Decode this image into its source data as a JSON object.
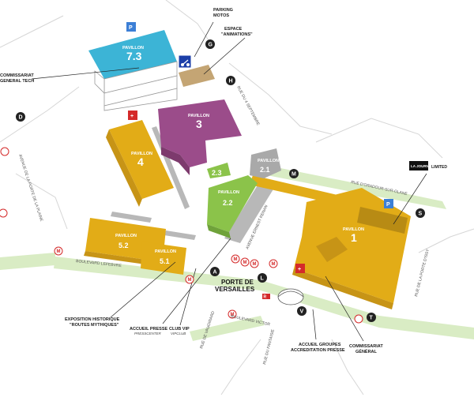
{
  "pavilions": {
    "p7": {
      "title": "PAVILLON",
      "number": "7.3"
    },
    "p3": {
      "title": "PAVILLON",
      "number": "3"
    },
    "p4": {
      "title": "PAVILLON",
      "number": "4"
    },
    "p2_1": {
      "title": "PAVILLON",
      "number": "2.1"
    },
    "p2_2": {
      "title": "PAVILLON",
      "number": "2.2"
    },
    "p2_3": {
      "number": "2.3"
    },
    "p1": {
      "title": "PAVILLON",
      "number": "1"
    },
    "p5_2": {
      "title": "PAVILLON",
      "number": "5.2"
    },
    "p5_1": {
      "title": "PAVILLON",
      "number": "5.1"
    }
  },
  "labels": {
    "parking_motos": [
      "PARKING",
      "MOTOS"
    ],
    "espace_animations": [
      "ESPACE",
      "\"ANIMATIONS\""
    ],
    "commissariat_tech": [
      "COMMISSARIAT",
      "GENERAL TECH"
    ],
    "porte_de_versailles": [
      "PORTE DE",
      "VERSAILLES"
    ],
    "exposition": [
      "EXPOSITION HISTORIQUE",
      "\"ROUTES MYTHIQUES\""
    ],
    "accueil_presse": [
      "ACCUEIL PRESSE",
      "PRESSCENTER"
    ],
    "club_vip": [
      "CLUB VIP",
      "VIPCLUB"
    ],
    "accueil_groupes": [
      "ACCUEIL GROUPES",
      "ACCREDITATION PRESSE"
    ],
    "commissariat_general": [
      "COMMISSARIAT",
      "GÉNÉRAL"
    ],
    "limited_brand": "LA JOURN",
    "limited": "LIMITED"
  },
  "streets": {
    "porte_de_la_plaine": "AVENUE DE LA PORTE DE LA PLAINE",
    "rue_4_sept": "RUE DU 4 SEPTEMBRE",
    "ernest_renan": "AVENUE ERNEST RENAN",
    "boulevard_lefebvre": "BOULEVARD LEFEBVRE",
    "boulevard_victor": "BOULEVARD VICTOR",
    "rue_oradour": "RUE D'ORADOUR-SUR-GLANE",
    "porte_issy": "RUE DE LA PORTE D'ISSY",
    "rue_vaugirard": "RUE DE VAUGIRARD",
    "rue_fantaisie": "RUE DU FANTAISIE"
  },
  "markers": {
    "D": "D",
    "G": "G",
    "H": "H",
    "M": "M",
    "S": "S",
    "A": "A",
    "L": "L",
    "V": "V",
    "T": "T",
    "P": "P",
    "metro": "M",
    "first_aid": "+",
    "restaurant": "R"
  },
  "colors": {
    "yellow": "#e2ac17",
    "blue": "#3cb4d6",
    "purple": "#9b4c8a",
    "green": "#8bc34a",
    "gray": "#a9a9a9",
    "tan": "#c4a574",
    "road_green": "#d9ecc4",
    "red": "#d42a2a",
    "dark": "#222222"
  }
}
